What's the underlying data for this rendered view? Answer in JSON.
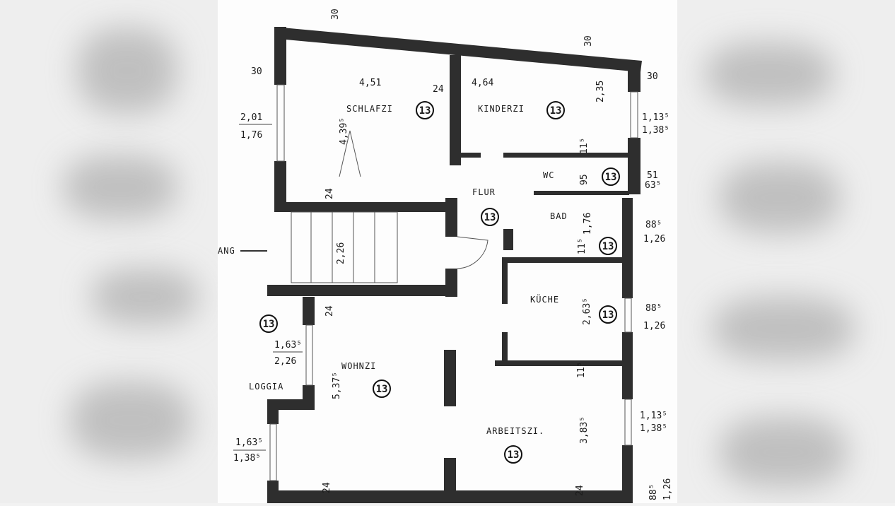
{
  "plan": {
    "entrance_label": "ANG",
    "rooms": [
      {
        "name": "SCHLAFZI",
        "marker": "13"
      },
      {
        "name": "KINDERZI",
        "marker": "13"
      },
      {
        "name": "WC",
        "marker": "13"
      },
      {
        "name": "FLUR",
        "marker": "13"
      },
      {
        "name": "BAD",
        "marker": "13"
      },
      {
        "name": "KÜCHE",
        "marker": "13"
      },
      {
        "name": "WOHNZI",
        "marker": "13"
      },
      {
        "name": "LOGGIA",
        "marker": "13"
      },
      {
        "name": "ARBEITSZI.",
        "marker": "13"
      }
    ],
    "dimensions": [
      "30",
      "30",
      "30",
      "4,51",
      "24",
      "4,64",
      "2,35",
      "30",
      "4,39⁵",
      "2,01",
      "1,76",
      "1,13⁵",
      "1,38⁵",
      "11⁵",
      "95",
      "51",
      "63⁵",
      "24",
      "1,76",
      "88⁵",
      "1,26",
      "11⁵",
      "2,26",
      "24",
      "2,63⁵",
      "88⁵",
      "1,26",
      "1,63⁵",
      "2,26",
      "5,37⁵",
      "11⁵",
      "1,13⁵",
      "1,38⁵",
      "3,83⁵",
      "1,63⁵",
      "1,38⁵",
      "24",
      "24",
      "88⁵",
      "1,26"
    ]
  }
}
